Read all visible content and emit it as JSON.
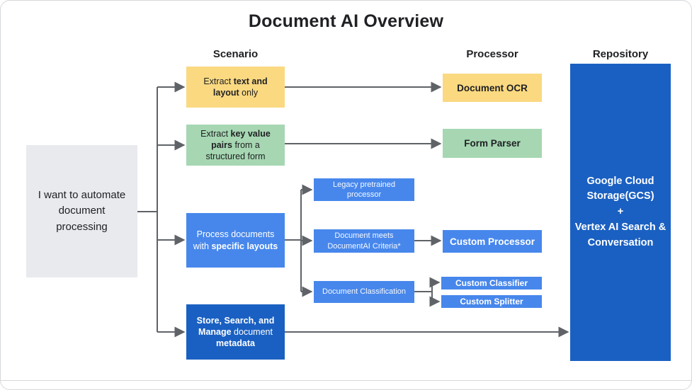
{
  "page": {
    "title": "Document AI Overview"
  },
  "columns": {
    "scenario": "Scenario",
    "processor": "Processor",
    "repository": "Repository"
  },
  "colors": {
    "yellow": "#FBD981",
    "green": "#A6D7B2",
    "blue": "#4787EC",
    "dark_blue": "#1A60C2",
    "gray": "#E8EAED",
    "line": "#5F6368"
  },
  "start": {
    "text": "I want to automate\ndocument\nprocessing"
  },
  "scenarios": [
    {
      "name": "extract-text-layout",
      "parts": [
        {
          "t": "Extract ",
          "b": false
        },
        {
          "t": "text and\nlayout",
          "b": true
        },
        {
          "t": " only",
          "b": false
        }
      ]
    },
    {
      "name": "extract-key-value",
      "parts": [
        {
          "t": "Extract ",
          "b": false
        },
        {
          "t": "key value\npairs",
          "b": true
        },
        {
          "t": " from a\nstructured form",
          "b": false
        }
      ]
    },
    {
      "name": "process-specific-layouts",
      "parts": [
        {
          "t": "Process documents\nwith ",
          "b": false
        },
        {
          "t": "specific layouts",
          "b": true
        }
      ]
    },
    {
      "name": "store-search-manage",
      "parts": [
        {
          "t": "Store, Search, and\nManage",
          "b": true
        },
        {
          "t": " document\n",
          "b": false
        },
        {
          "t": "metadata",
          "b": true
        }
      ]
    }
  ],
  "conditions": [
    {
      "text": "Legacy pretrained\nprocessor"
    },
    {
      "text": "Document meets\nDocumentAI Criteria*"
    },
    {
      "text": "Document Classification"
    }
  ],
  "processors": [
    {
      "label": "Document OCR"
    },
    {
      "label": "Form Parser"
    },
    {
      "label": "Custom Processor"
    },
    {
      "label": "Custom Classifier"
    },
    {
      "label": "Custom Splitter"
    }
  ],
  "repository": {
    "text": "Google Cloud\nStorage(GCS)\n+\nVertex AI Search &\nConversation"
  }
}
